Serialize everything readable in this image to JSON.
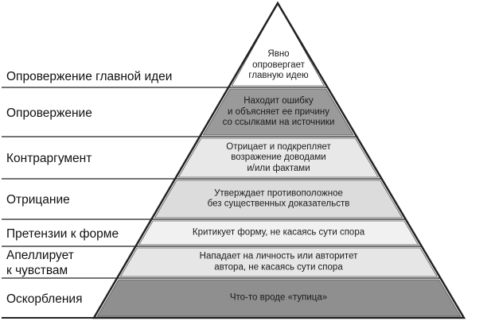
{
  "levels": [
    {
      "label": "Опровержение главной идеи",
      "description": "Явно\nопровергает\nглавную идею",
      "fill": "#ffffff"
    },
    {
      "label": "Опровержение",
      "description": "Находит ошибку\nи объясняет ее причину\nсо ссылками на источники",
      "fill": "#9a9a9a"
    },
    {
      "label": "Контраргумент",
      "description": "Отрицает и подкрепляет\nвозражение доводами\nи/или фактами",
      "fill": "#e8e8e8"
    },
    {
      "label": "Отрицание",
      "description": "Утверждает противоположное\nбез существенных доказательств",
      "fill": "#dcdcdc"
    },
    {
      "label": "Претензии к форме",
      "description": "Критикует форму, не касаясь сути спора",
      "fill": "#f1f1f1"
    },
    {
      "label": "Апеллирует\nк чувствам",
      "description": "Нападает на личность или авторитет\nавтора, не касаясь сути спора",
      "fill": "#e6e6e6"
    },
    {
      "label": "Оскорбления",
      "description": "Что-то вроде «тупица»",
      "fill": "#8f8f8f"
    }
  ]
}
